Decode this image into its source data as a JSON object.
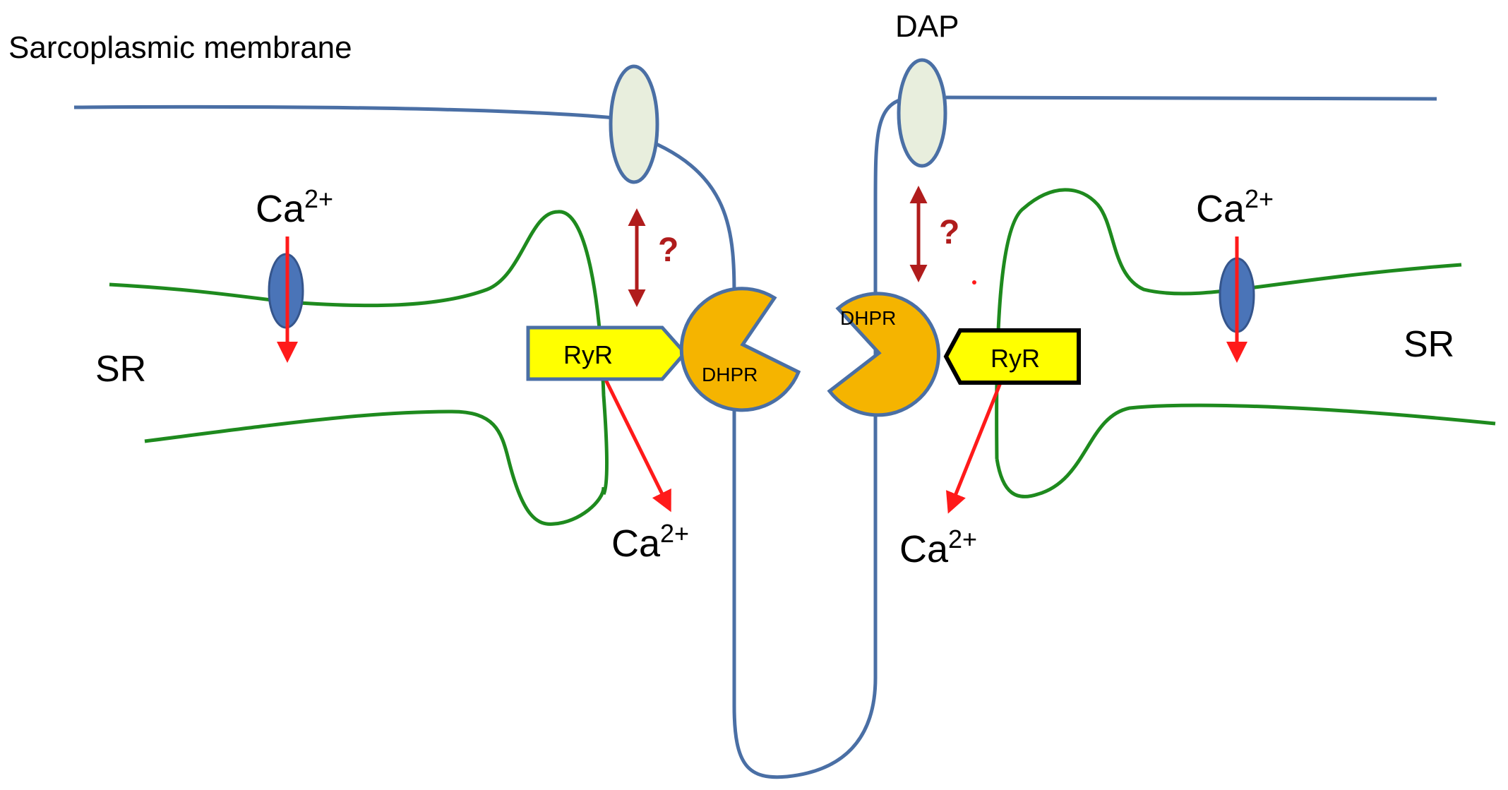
{
  "labels": {
    "sarcoplasmic_membrane": "Sarcoplasmic membrane",
    "dap": "DAP",
    "sr_left": "SR",
    "sr_right": "SR",
    "question_left": "?",
    "question_right": "?"
  },
  "receptors": {
    "ryr_left": "RyR",
    "ryr_right": "RyR",
    "dhpr_left": "DHPR",
    "dhpr_right": "DHPR"
  },
  "ions": {
    "ca_symbol": "Ca",
    "ca_charge": "2+"
  },
  "colors": {
    "membrane": "#4a6fa5",
    "sr": "#1e8a1e",
    "dap_fill": "#e8eedd",
    "channel_fill": "#4a74b8",
    "dhpr_fill": "#f5b400",
    "ryr_fill": "#ffff00",
    "ca_arrow": "#ff1a1a",
    "question_arrow": "#b01c1c"
  }
}
